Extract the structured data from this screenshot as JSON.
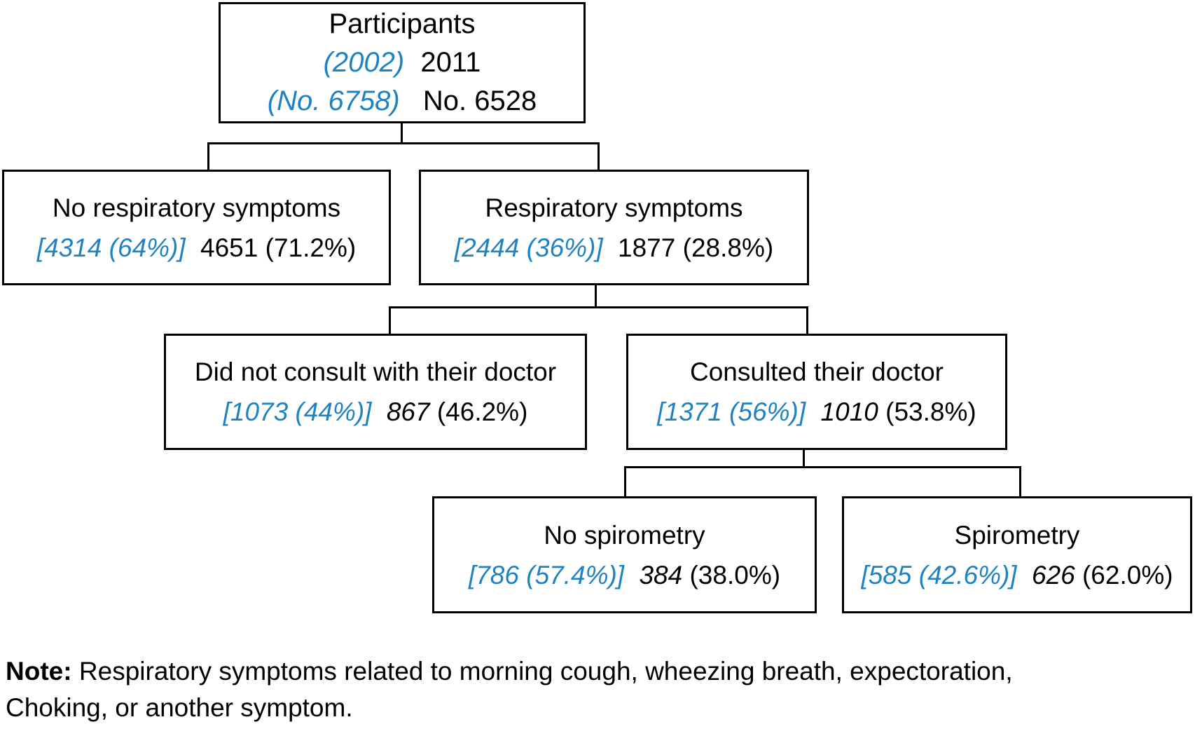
{
  "palette": {
    "accent_blue": "#1e82c3",
    "text": "#000000",
    "border": "#000000",
    "background": "#ffffff"
  },
  "nodes": {
    "participants": {
      "title": "Participants",
      "rows": [
        {
          "baseline": "(2002)",
          "current": "2011"
        },
        {
          "baseline": "(No. 6758)",
          "current": "No. 6528"
        }
      ]
    },
    "no_respiratory": {
      "title": "No respiratory symptoms",
      "baseline": "[4314 (64%)]",
      "value": "4651",
      "pct": "(71.2%)"
    },
    "respiratory": {
      "title": "Respiratory symptoms",
      "baseline": "[2444 (36%)]",
      "value": "1877",
      "pct": "(28.8%)"
    },
    "did_not_consult": {
      "title": "Did not consult with their doctor",
      "baseline": "[1073 (44%)]",
      "value": "867",
      "pct": "(46.2%)"
    },
    "consulted": {
      "title": "Consulted their doctor",
      "baseline": "[1371 (56%)]",
      "value": "1010",
      "pct": "(53.8%)"
    },
    "no_spirometry": {
      "title": "No spirometry",
      "baseline": "[786 (57.4%)]",
      "value": "384",
      "pct": "(38.0%)"
    },
    "spirometry": {
      "title": "Spirometry",
      "baseline": "[585 (42.6%)]",
      "value": "626",
      "pct": "(62.0%)"
    }
  },
  "edges": [
    [
      "participants",
      "no_respiratory"
    ],
    [
      "participants",
      "respiratory"
    ],
    [
      "respiratory",
      "did_not_consult"
    ],
    [
      "respiratory",
      "consulted"
    ],
    [
      "consulted",
      "no_spirometry"
    ],
    [
      "consulted",
      "spirometry"
    ]
  ],
  "note": {
    "label": "Note:",
    "line1": "Respiratory symptoms related to morning cough, wheezing breath, expectoration,",
    "line2": "Choking, or another symptom."
  }
}
